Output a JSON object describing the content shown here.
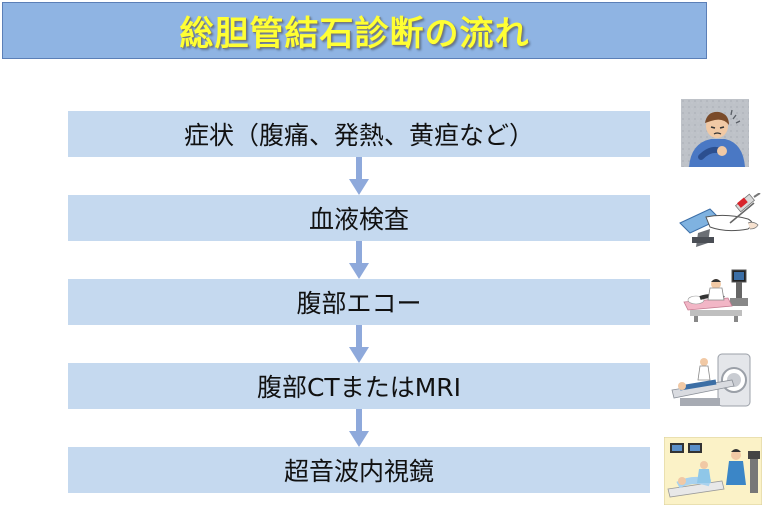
{
  "title": "総胆管結石診断の流れ",
  "steps": [
    {
      "label": "症状（腹痛、発熱、黄疸など）",
      "icon": "patient-chest-pain-icon"
    },
    {
      "label": "血液検査",
      "icon": "blood-draw-icon"
    },
    {
      "label": "腹部エコー",
      "icon": "ultrasound-exam-icon"
    },
    {
      "label": "腹部CTまたはMRI",
      "icon": "ct-scanner-icon"
    },
    {
      "label": "超音波内視鏡",
      "icon": "endoscopy-icon"
    }
  ],
  "colors": {
    "title_bg": "#8fb4e3",
    "title_text": "#ffff33",
    "step_bg": "#c5d9ef",
    "arrow": "#8ea9db"
  }
}
